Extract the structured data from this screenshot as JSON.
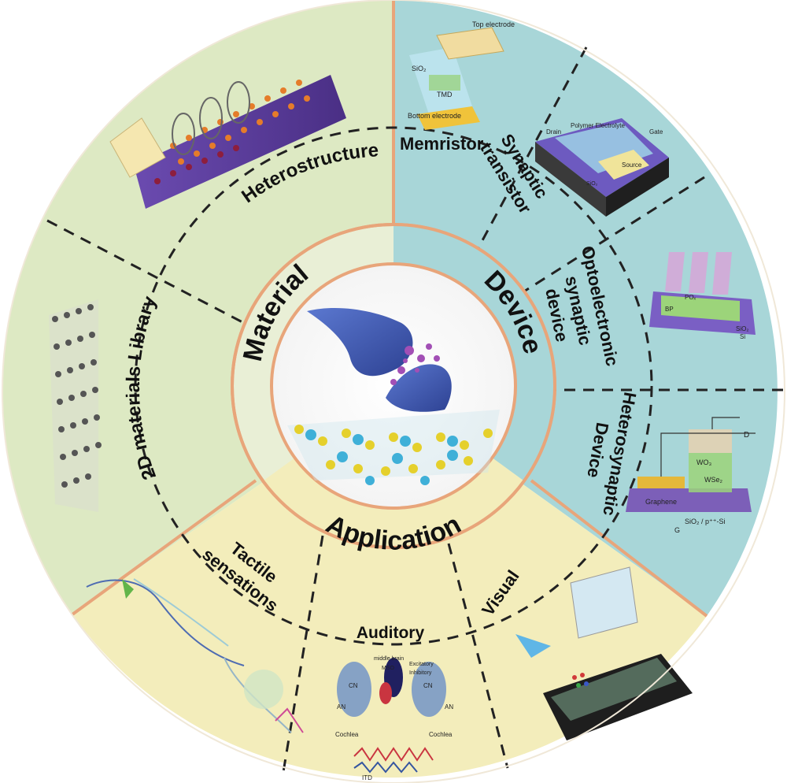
{
  "core_labels": {
    "material": "Material",
    "device": "Device",
    "application": "Application"
  },
  "material_items": {
    "heterostructure": "Heterostructure",
    "library": "2D materials Library"
  },
  "device_items": {
    "memristor": "Memristor",
    "synaptic_transistor": [
      "Synaptic",
      "transistor"
    ],
    "optoelectronic": [
      "Optoelectronic",
      "synaptic",
      "device"
    ],
    "heterosynaptic": [
      "Heterosynaptic",
      "Device"
    ]
  },
  "application_items": {
    "tactile": [
      "Tactile",
      "sensations"
    ],
    "auditory": "Auditory",
    "visual": "Visual"
  },
  "illustration_text": {
    "memristor": {
      "top_electrode": "Top electrode",
      "sio2": "SiO₂",
      "tmd": "TMD",
      "bottom_electrode": "Bottom electrode"
    },
    "transistor": {
      "drain": "Drain",
      "polymer": "Polymer Electrolyte",
      "gate": "Gate",
      "source": "Source",
      "sio2": "SiO₂"
    },
    "optoelectronic": {
      "pox": "POₓ",
      "bp": "BP",
      "sio2": "SiO₂",
      "si": "Si"
    },
    "heterosynaptic": {
      "d": "D",
      "wo3": "WO₃",
      "wse2": "WSe₂",
      "graphene": "Graphene",
      "substrate": "SiO₂ / p⁺⁺-Si",
      "g": "G"
    },
    "auditory": {
      "cn_left": "CN",
      "cn_right": "CN",
      "an_left": "AN",
      "an_right": "AN",
      "cochlea_left": "Cochlea",
      "cochlea_right": "Cochlea",
      "itd": "ITD",
      "mso": "MSO",
      "middle_brain": "middle brain",
      "excitatory": "Excitatory",
      "inhibitory": "Inhibitory"
    }
  },
  "colors": {
    "material_bg": "#dde9c3",
    "device_bg": "#a8d6d8",
    "application_bg": "#f3edbb",
    "divider": "#e8a57a",
    "dashed": "#222222",
    "blue_3d": "#3d5bb5"
  }
}
